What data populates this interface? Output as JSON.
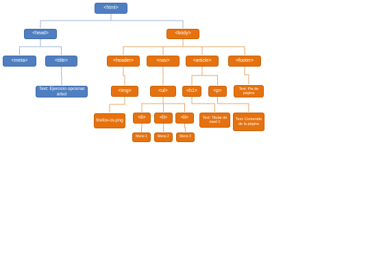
{
  "colors": {
    "blue_fill": "#4f7fc0",
    "orange_fill": "#e6720f",
    "blue_line": "#9bb3d6",
    "orange_line": "#e9a35f"
  },
  "nodes": {
    "html": "<html>",
    "head": "<head>",
    "body": "<body>",
    "meta": "<meta>",
    "title": "<title>",
    "header": "<header>",
    "nav": "<nav>",
    "article": "<article>",
    "footer": "<footer>",
    "title_text": "Text: Ejercicio opcional árbol",
    "img": "<img>",
    "ul": "<ul>",
    "h1": "<h1>",
    "p": "<p>",
    "footer_text": "Text: Pie de página",
    "img_text": "firefox-os.png",
    "li1": "<li>",
    "li2": "<li>",
    "li3": "<li>",
    "h1_text": "Text: Titular de nivel 1",
    "p_text": "Text: Contenido de la página",
    "menu1": "Menú 1",
    "menu2": "Menú 2",
    "menu3": "Menú 3"
  }
}
